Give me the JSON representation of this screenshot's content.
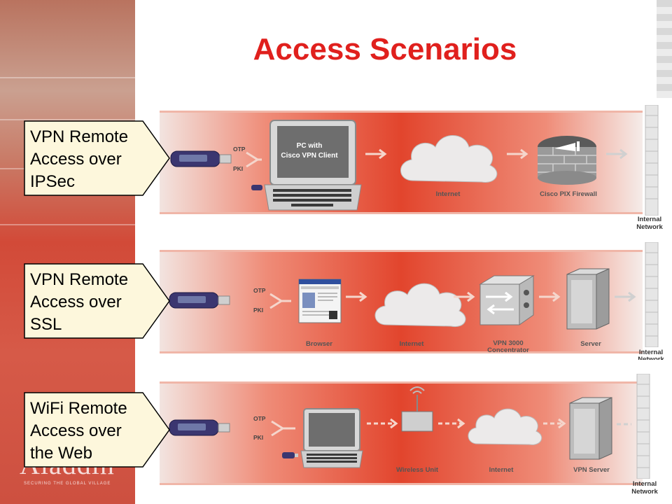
{
  "slide": {
    "title": "Access Scenarios"
  },
  "brand": {
    "logo": "Aladdin",
    "tagline": "SECURING THE GLOBAL VILLAGE"
  },
  "scenarios": [
    {
      "callout": [
        "VPN Remote",
        "Access over",
        "IPSec"
      ],
      "auth": [
        "OTP",
        "PKI"
      ],
      "device_label": [
        "PC with",
        "Cisco VPN Client"
      ],
      "network": "Internet",
      "gateway": "Cisco PIX Firewall",
      "destination": [
        "Internal",
        "Network"
      ]
    },
    {
      "callout": [
        "VPN Remote",
        "Access over",
        "SSL"
      ],
      "auth": [
        "OTP",
        "PKI"
      ],
      "device": "Browser",
      "network": "Internet",
      "gateway": [
        "VPN 3000",
        "Concentrator"
      ],
      "server": "Server",
      "destination": [
        "Internal",
        "Network"
      ]
    },
    {
      "callout": [
        "WiFi Remote",
        "Access over",
        "the Web"
      ],
      "auth": [
        "OTP",
        "PKI"
      ],
      "wireless": "Wireless Unit",
      "network": "Internet",
      "server": "VPN Server",
      "destination": [
        "Internal",
        "Network"
      ]
    }
  ],
  "colors": {
    "title": "#e0201d",
    "band": "#e2452d",
    "callout_fill": "#fdf7dc"
  },
  "icons": [
    "usb-token-icon",
    "laptop-icon",
    "cloud-icon",
    "firewall-icon",
    "browser-window-icon",
    "concentrator-icon",
    "server-tower-icon",
    "wireless-unit-icon",
    "wall-icon",
    "arrow-icon"
  ]
}
